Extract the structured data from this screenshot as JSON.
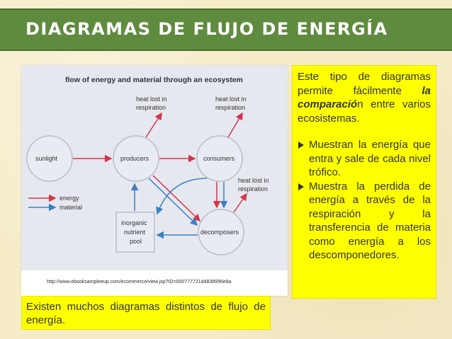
{
  "title": "DIAGRAMAS DE FLUJO DE ENERGÍA",
  "figure": {
    "heading": "flow of energy and material through an ecosystem",
    "nodes": {
      "sunlight": "sunlight",
      "producers": "producers",
      "consumers": "consumers",
      "decomposers": "decomposers",
      "inorganic_1": "inorganic",
      "inorganic_2": "nutrient",
      "inorganic_3": "pool"
    },
    "heat_labels": [
      {
        "line1": "heat lost in",
        "line2": "respiration"
      },
      {
        "line1": "heat lost in",
        "line2": "respiration"
      },
      {
        "line1": "heat lost in",
        "line2": "respiration"
      }
    ],
    "legend": {
      "energy": "energy",
      "material": "material"
    },
    "colors": {
      "energy": "#d8334a",
      "material": "#3a7fc4"
    },
    "url": "http://www.ebooksampleeup.com/ecommerce/view.jsp?ID=000777721d4838996e8a"
  },
  "right_box": {
    "intro_a": "Este tipo de diagramas permite fácilmente ",
    "intro_em": "la comparació",
    "intro_b": "n entre varios ecosistemas.",
    "bullets": [
      "Muestran la energía que entra y sale de cada nivel trófico.",
      "Muestra la perdida de energía a través de la respiración y la transferencia de materia como energía a los descomponedores."
    ]
  },
  "bottom_box": "Existen muchos diagramas distintos de flujo de energía."
}
